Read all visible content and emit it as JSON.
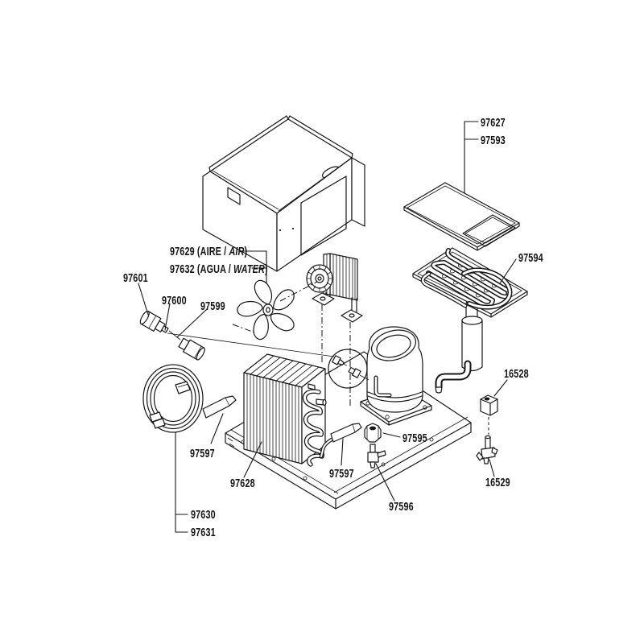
{
  "page": {
    "background": "#ffffff",
    "line_color": "#161616"
  },
  "labels": {
    "p97627": "97627",
    "p97593": "97593",
    "p97594": "97594",
    "p97601": "97601",
    "p97600": "97600",
    "p97599": "97599",
    "p97597_probe1": "97597",
    "p97628": "97628",
    "p97597_probe2": "97597",
    "p97595": "97595",
    "p97596": "97596",
    "p16528": "16528",
    "p16529": "16529",
    "p97630": "97630",
    "p97631": "97631",
    "p97629": {
      "number": "97629",
      "paren_prefix": " (AIRE / ",
      "paren_italic": "AIR",
      "paren_suffix": ")"
    },
    "p97632": {
      "number": "97632",
      "paren_prefix": " (AGUA / ",
      "paren_italic": "WATER",
      "paren_suffix": ")"
    }
  }
}
